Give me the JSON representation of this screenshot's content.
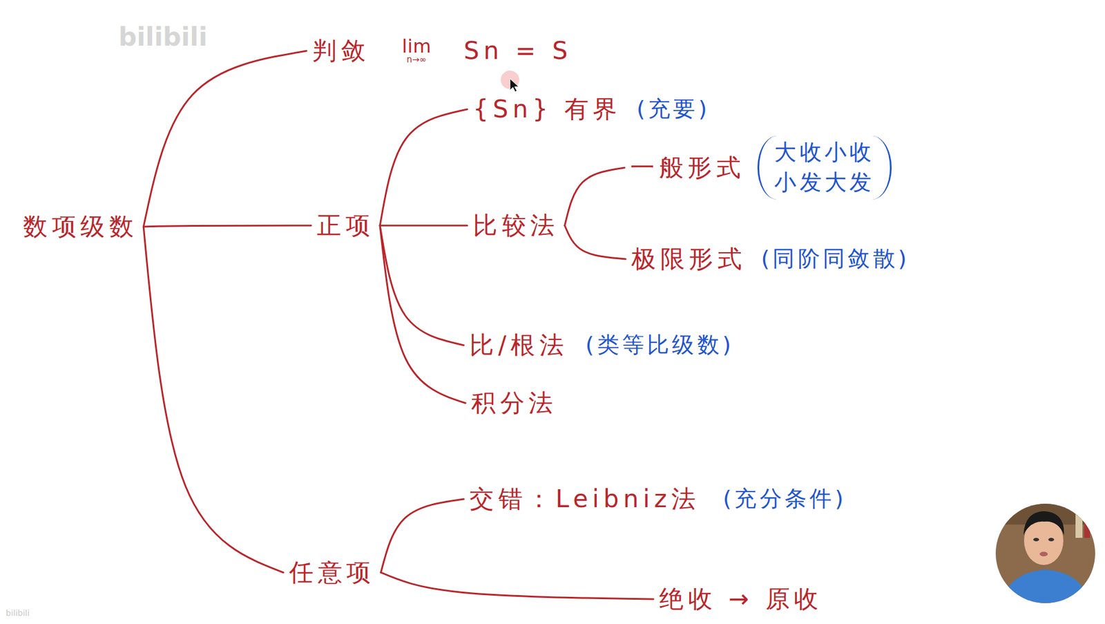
{
  "diagram": {
    "nodes": [
      {
        "text": [
          "数项级数"
        ]
      },
      {
        "text": [
          "判敛",
          "lim",
          "n→∞",
          "Sn = S"
        ]
      },
      {
        "text": [
          "正项"
        ]
      },
      {
        "text": [
          "任意项"
        ]
      },
      {
        "text": [
          "{Sn} 有界",
          "(充要)"
        ]
      },
      {
        "text": [
          "比较法"
        ]
      },
      {
        "text": [
          "比/根法",
          "(类等比级数)"
        ]
      },
      {
        "text": [
          "积分法"
        ]
      },
      {
        "text": [
          "一般形式",
          "大收小收",
          "小发大发"
        ]
      },
      {
        "text": [
          "极限形式",
          "(同阶同敛散)"
        ]
      },
      {
        "text": [
          "交错：Leibniz法",
          "(充分条件)"
        ]
      },
      {
        "text": [
          "绝收 → 原收"
        ]
      }
    ],
    "edges": [
      {
        "from": 0,
        "to": 1,
        "arrow": "none"
      },
      {
        "from": 0,
        "to": 2,
        "arrow": "none"
      },
      {
        "from": 0,
        "to": 3,
        "arrow": "none"
      },
      {
        "from": 2,
        "to": 4,
        "arrow": "none"
      },
      {
        "from": 2,
        "to": 5,
        "arrow": "none"
      },
      {
        "from": 2,
        "to": 6,
        "arrow": "none"
      },
      {
        "from": 2,
        "to": 7,
        "arrow": "none"
      },
      {
        "from": 5,
        "to": 8,
        "arrow": "none"
      },
      {
        "from": 5,
        "to": 9,
        "arrow": "none"
      },
      {
        "from": 3,
        "to": 10,
        "arrow": "none"
      },
      {
        "from": 3,
        "to": 11,
        "arrow": "none"
      }
    ],
    "labels": [
      "bilibili",
      "bilibili"
    ]
  }
}
